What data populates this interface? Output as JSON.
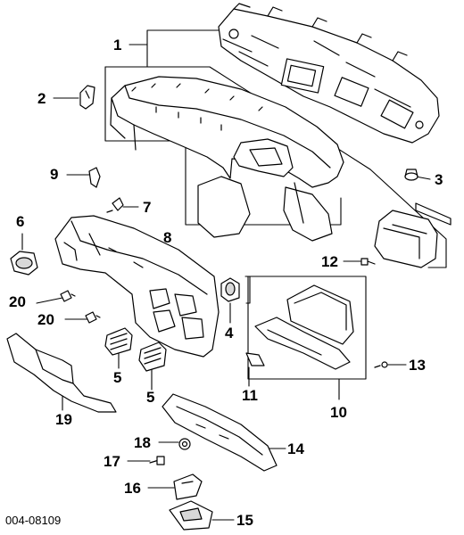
{
  "diagram": {
    "id_code": "004-08109",
    "callouts": {
      "c1": "1",
      "c2": "2",
      "c3": "3",
      "c4": "4",
      "c5a": "5",
      "c5b": "5",
      "c6": "6",
      "c7": "7",
      "c8": "8",
      "c9": "9",
      "c10": "10",
      "c11": "11",
      "c12": "12",
      "c13": "13",
      "c14": "14",
      "c15": "15",
      "c16": "16",
      "c17": "17",
      "c18": "18",
      "c19": "19",
      "c20a": "20",
      "c20b": "20"
    },
    "colors": {
      "ink": "#000000",
      "paper": "#ffffff",
      "shade": "#d8d8d8"
    }
  }
}
